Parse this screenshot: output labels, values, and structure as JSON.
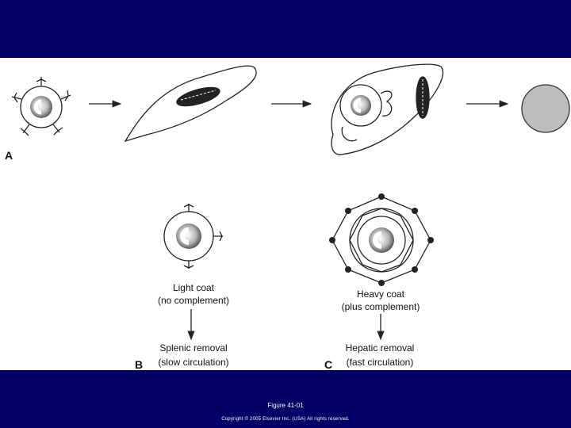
{
  "colors": {
    "background": "#000066",
    "panel": "#ffffff",
    "caption_text": "#ffffff",
    "ink": "#111111"
  },
  "panels": {
    "a": {
      "letter": "A"
    },
    "b": {
      "letter": "B",
      "coat_line1": "Light coat",
      "coat_line2": "(no complement)",
      "removal_line1": "Splenic removal",
      "removal_line2": "(slow circulation)"
    },
    "c": {
      "letter": "C",
      "coat_line1": "Heavy coat",
      "coat_line2": "(plus complement)",
      "removal_line1": "Hepatic removal",
      "removal_line2": "(fast circulation)"
    }
  },
  "footer": {
    "caption": "Figure 41-01",
    "copyright": "Copyright © 2005 Elsevier Inc. (USA) All rights reserved."
  }
}
